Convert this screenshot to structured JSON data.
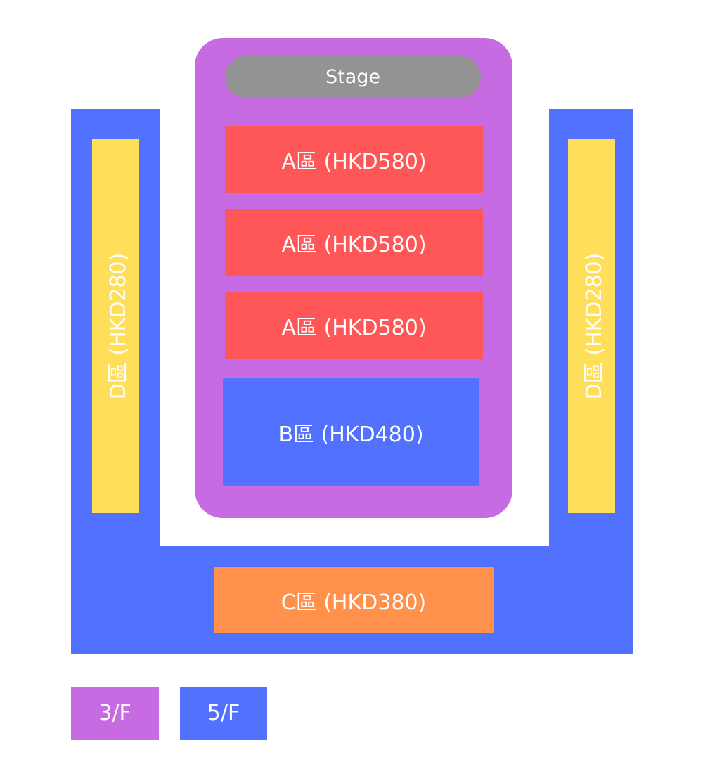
{
  "colors": {
    "floor_3f": "#C76BE3",
    "floor_5f": "#5271FF",
    "stage": "#939393",
    "zone_a": "#FF5757",
    "zone_b": "#5271FF",
    "zone_c": "#FF914D",
    "zone_d": "#FFDE59"
  },
  "stage_label": "Stage",
  "zones": {
    "a1": "A區 (HKD580)",
    "a2": "A區 (HKD580)",
    "a3": "A區 (HKD580)",
    "b": "B區 (HKD480)",
    "c": "C區 (HKD380)",
    "d_left": "D區 (HKD280)",
    "d_right": "D區 (HKD280)"
  },
  "legend": [
    {
      "label": "3/F",
      "color": "#C76BE3"
    },
    {
      "label": "5/F",
      "color": "#5271FF"
    }
  ]
}
